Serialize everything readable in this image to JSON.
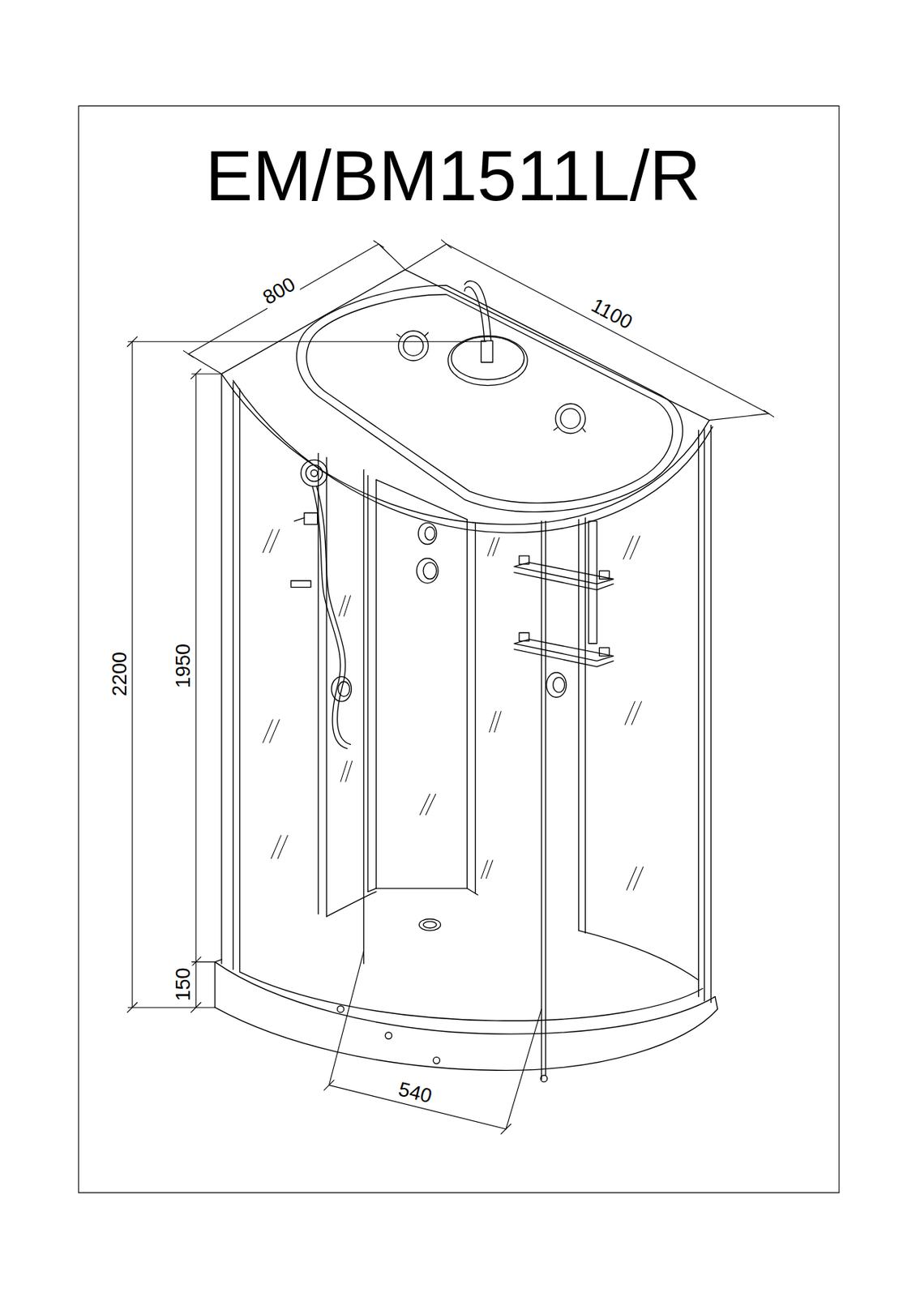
{
  "diagram": {
    "title": "EM/BM1511L/R",
    "labels": [
      "800",
      "1100",
      "2200",
      "1950",
      "150",
      "540"
    ]
  }
}
